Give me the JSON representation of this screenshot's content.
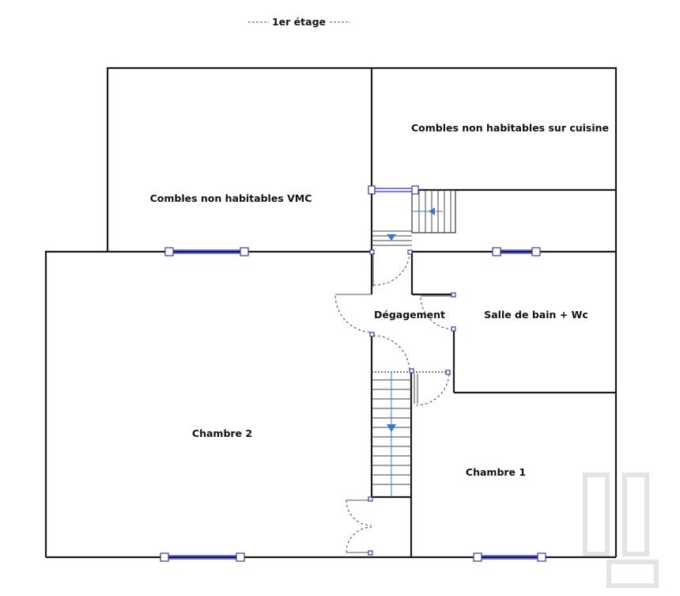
{
  "title": "1er étage",
  "rooms": {
    "combles_vmc": "Combles non habitables VMC",
    "combles_cuisine": "Combles non habitables sur cuisine",
    "degagement": "Dégagement",
    "salle_de_bain": "Salle de bain + Wc",
    "chambre_2": "Chambre 2",
    "chambre_1": "Chambre 1"
  },
  "colors": {
    "walls": "#1a1a1a",
    "windows": "#4a4aff",
    "stair_arrows": "#3a78c9"
  }
}
